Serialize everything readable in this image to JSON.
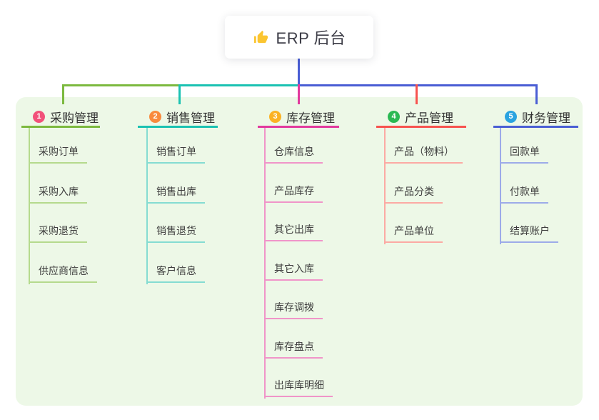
{
  "root": {
    "label": "ERP 后台",
    "icon": "thumbs-up-icon",
    "icon_color": "#fbc531"
  },
  "palette": {
    "root_line": "#4a5ed4",
    "panel_bg": "#edf8e7",
    "node_bg": "#ffffff"
  },
  "branches": [
    {
      "index": "1",
      "label": "采购管理",
      "circle_color": "#f2517a",
      "line_color": "#7cb93f",
      "child_line_color": "#b5da8d",
      "children": [
        "采购订单",
        "采购入库",
        "采购退货",
        "供应商信息"
      ]
    },
    {
      "index": "2",
      "label": "销售管理",
      "circle_color": "#f98a3d",
      "line_color": "#1bc2b2",
      "child_line_color": "#85dcd2",
      "children": [
        "销售订单",
        "销售出库",
        "销售退货",
        "客户信息"
      ]
    },
    {
      "index": "3",
      "label": "库存管理",
      "circle_color": "#fbb224",
      "line_color": "#e23a9e",
      "child_line_color": "#f095c9",
      "children": [
        "仓库信息",
        "产品库存",
        "其它出库",
        "其它入库",
        "库存调拨",
        "库存盘点",
        "出库库明细"
      ]
    },
    {
      "index": "4",
      "label": "产品管理",
      "circle_color": "#2bb953",
      "line_color": "#f7534f",
      "child_line_color": "#fcaaa4",
      "children": [
        "产品（物料）",
        "产品分类",
        "产品单位"
      ]
    },
    {
      "index": "5",
      "label": "财务管理",
      "circle_color": "#2aa3e0",
      "line_color": "#4a5ed4",
      "child_line_color": "#9dabe9",
      "children": [
        "回款单",
        "付款单",
        "结算账户"
      ]
    }
  ]
}
